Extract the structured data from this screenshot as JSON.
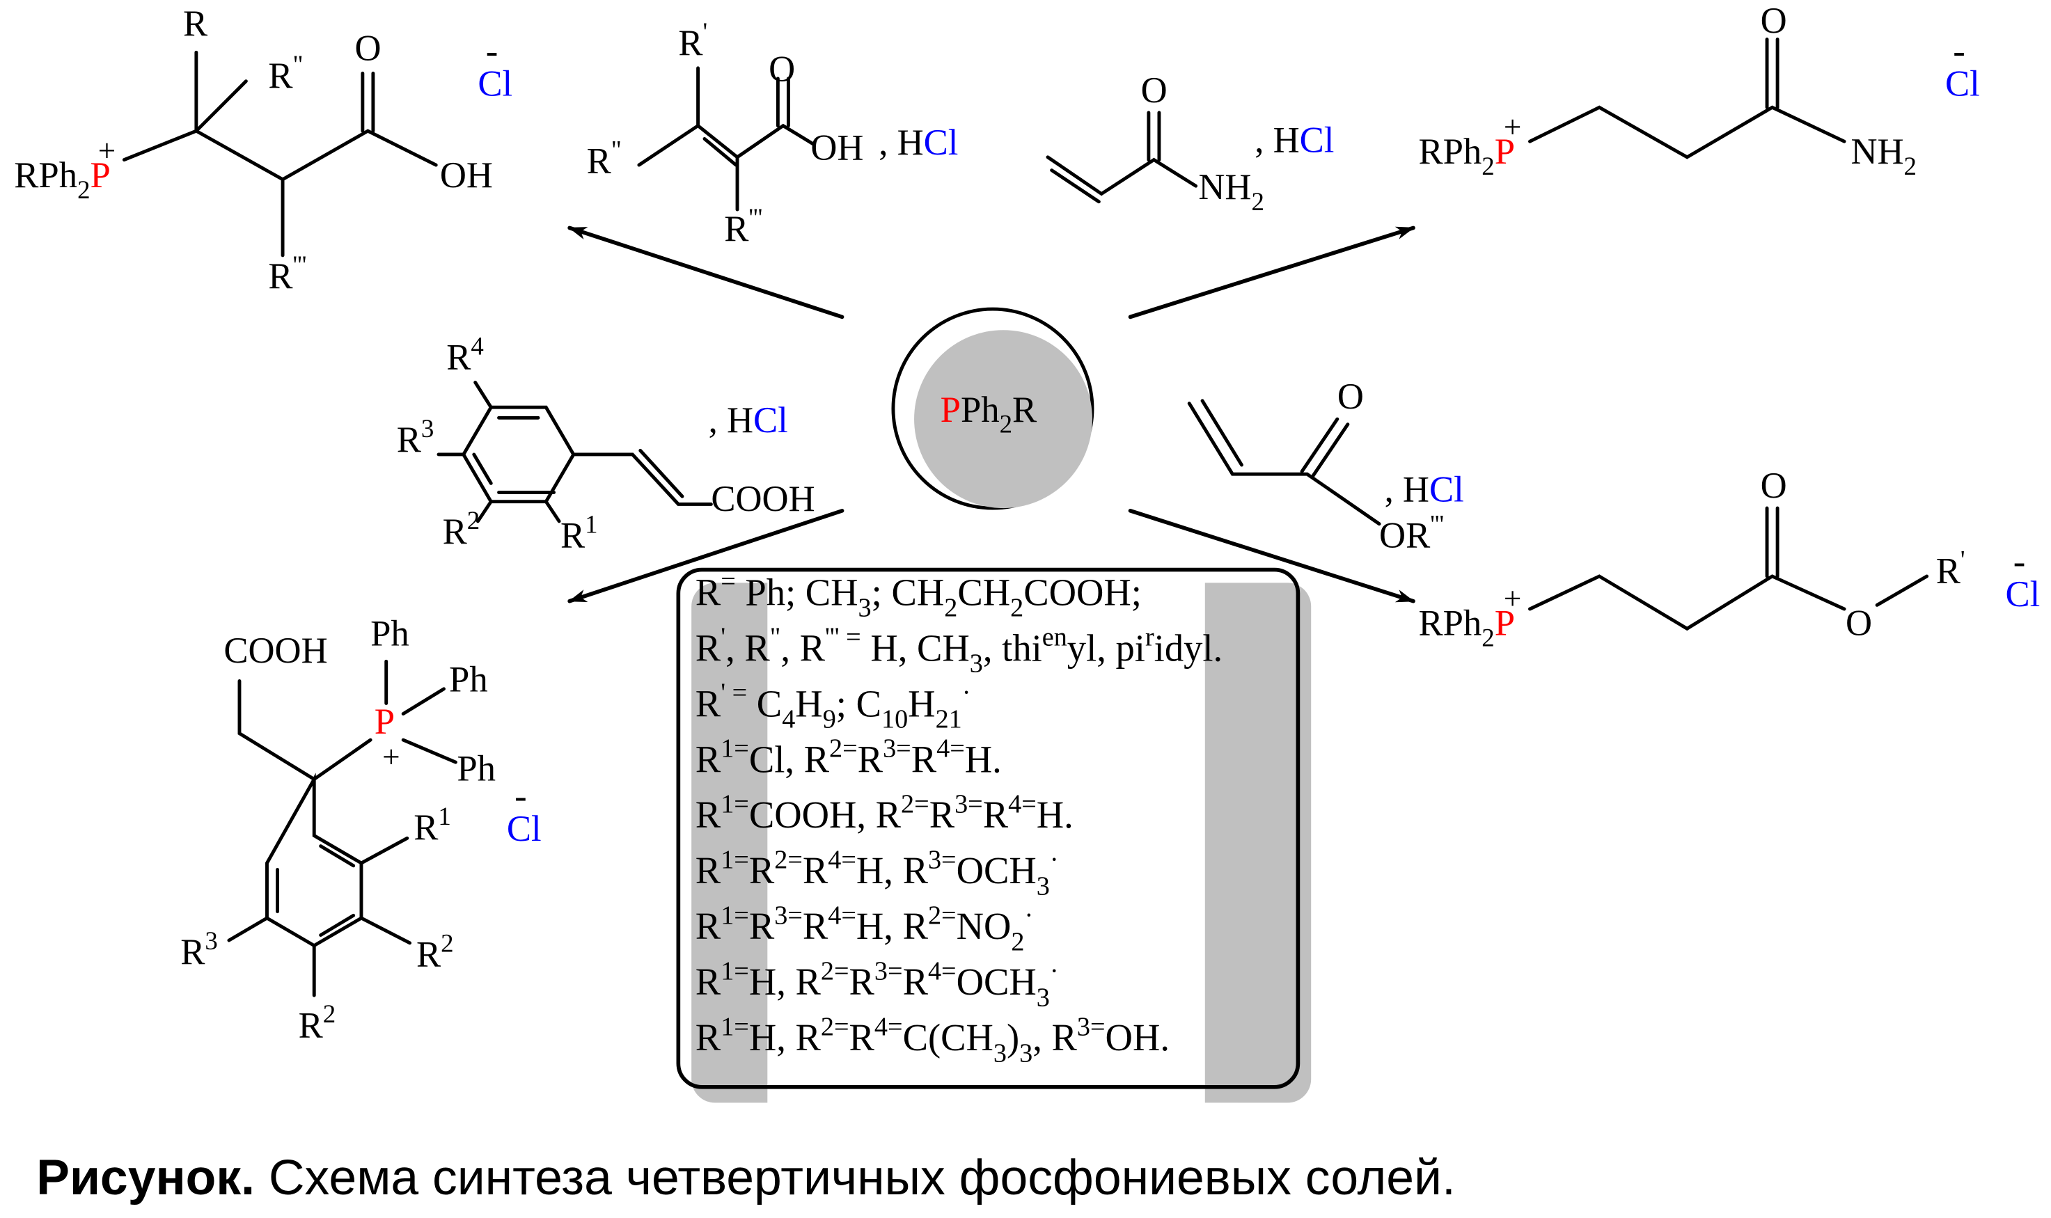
{
  "colors": {
    "phosphorus": "#ff0000",
    "chloride": "#0000ff",
    "shadow": "#c0c0c0",
    "line": "#000000"
  },
  "center": {
    "reagent": [
      [
        "P",
        "red"
      ],
      "Ph",
      [
        "2",
        "sub"
      ],
      "R"
    ]
  },
  "product_top_left": {
    "cation": [
      "RPh",
      [
        "2",
        "sub"
      ],
      [
        "P",
        "red"
      ]
    ],
    "plus": "+",
    "r": "R",
    "r2": [
      "R",
      [
        "\"",
        "sup"
      ]
    ],
    "o": "O",
    "oh": "OH",
    "r3": [
      "R",
      [
        "'''",
        "sup"
      ]
    ],
    "anion": [
      [
        "Cl",
        "blue"
      ]
    ],
    "minus": "-"
  },
  "reagent_acid": {
    "r1": [
      "R",
      [
        "'",
        "sup"
      ]
    ],
    "r2": [
      "R",
      [
        "\"",
        "sup"
      ]
    ],
    "r3": [
      "R",
      [
        "'''",
        "sup"
      ]
    ],
    "o": "O",
    "oh": "OH",
    "hcl": [
      ", H",
      [
        "Cl",
        "blue"
      ]
    ]
  },
  "reagent_acrylamide": {
    "o": "O",
    "nh2": [
      "NH",
      [
        "2",
        "sub"
      ]
    ],
    "hcl": [
      ", H",
      [
        "Cl",
        "blue"
      ]
    ]
  },
  "product_top_right": {
    "cation": [
      "RPh",
      [
        "2",
        "sub"
      ],
      [
        "P",
        "red"
      ]
    ],
    "plus": "+",
    "o": "O",
    "nh2": [
      "NH",
      [
        "2",
        "sub"
      ]
    ],
    "anion": [
      [
        "Cl",
        "blue"
      ]
    ],
    "minus": "-"
  },
  "reagent_cinnamic": {
    "r4": [
      "R",
      [
        "4",
        "sup"
      ]
    ],
    "r3": [
      "R",
      [
        "3",
        "sup"
      ]
    ],
    "r2": [
      "R",
      [
        "2",
        "sup"
      ]
    ],
    "r1": [
      "R",
      [
        "1",
        "sup"
      ]
    ],
    "cooh": "COOH",
    "hcl": [
      ", H",
      [
        "Cl",
        "blue"
      ]
    ]
  },
  "reagent_acrylate": {
    "o": "O",
    "or": [
      "OR",
      [
        "'''",
        "sup"
      ]
    ],
    "hcl": [
      ", H",
      [
        "Cl",
        "blue"
      ]
    ]
  },
  "product_bottom_right": {
    "cation": [
      "RPh",
      [
        "2",
        "sub"
      ],
      [
        "P",
        "red"
      ]
    ],
    "plus": "+",
    "o_carbonyl": "O",
    "o_ester": "O",
    "r1": [
      "R",
      [
        "'",
        "sup"
      ]
    ],
    "anion": [
      [
        "Cl",
        "blue"
      ]
    ],
    "minus": "-"
  },
  "product_bottom_left": {
    "cooh": "COOH",
    "p": [
      [
        "P",
        "red"
      ]
    ],
    "plus": "+",
    "ph_top": "Ph",
    "ph_mid": "Ph",
    "ph_bot": "Ph",
    "r1": [
      "R",
      [
        "1",
        "sup"
      ]
    ],
    "r2": [
      "R",
      [
        "2",
        "sup"
      ]
    ],
    "r2_bottom": [
      "R",
      [
        "2",
        "sup"
      ]
    ],
    "r3": [
      "R",
      [
        "3",
        "sup"
      ]
    ],
    "anion": [
      [
        "Cl",
        "blue"
      ]
    ],
    "minus": "-"
  },
  "substituents": [
    [
      "R",
      [
        "=",
        "sup"
      ],
      " Ph; CH",
      [
        "3",
        "sub"
      ],
      "; CH",
      [
        "2",
        "sub"
      ],
      "CH",
      [
        "2",
        "sub"
      ],
      "COOH;"
    ],
    [
      "R",
      [
        "'",
        "sup"
      ],
      ", R",
      [
        "\"",
        "sup"
      ],
      ", R",
      [
        "''' =",
        "sup"
      ],
      " H, CH",
      [
        "3",
        "sub"
      ],
      ", thi",
      [
        "en",
        "sup"
      ],
      "yl, pi",
      [
        "r",
        "sup"
      ],
      "idyl."
    ],
    [
      "R",
      [
        "' =",
        "sup"
      ],
      " C",
      [
        "4",
        "sub"
      ],
      "H",
      [
        "9",
        "sub"
      ],
      "; C",
      [
        "10",
        "sub"
      ],
      "H",
      [
        "21",
        "sub"
      ],
      [
        "·",
        "sup"
      ]
    ],
    [
      "R",
      [
        "1=",
        "sup"
      ],
      "Cl, R",
      [
        "2=",
        "sup"
      ],
      "R",
      [
        "3=",
        "sup"
      ],
      "R",
      [
        "4=",
        "sup"
      ],
      "H."
    ],
    [
      "R",
      [
        "1=",
        "sup"
      ],
      "COOH, R",
      [
        "2=",
        "sup"
      ],
      "R",
      [
        "3=",
        "sup"
      ],
      "R",
      [
        "4=",
        "sup"
      ],
      "H."
    ],
    [
      "R",
      [
        "1=",
        "sup"
      ],
      "R",
      [
        "2=",
        "sup"
      ],
      "R",
      [
        "4=",
        "sup"
      ],
      "H, R",
      [
        "3=",
        "sup"
      ],
      "OCH",
      [
        "3",
        "sub"
      ],
      [
        "·",
        "sup"
      ]
    ],
    [
      "R",
      [
        "1=",
        "sup"
      ],
      "R",
      [
        "3=",
        "sup"
      ],
      "R",
      [
        "4=",
        "sup"
      ],
      "H, R",
      [
        "2=",
        "sup"
      ],
      "NO",
      [
        "2",
        "sub"
      ],
      [
        "·",
        "sup"
      ]
    ],
    [
      "R",
      [
        "1=",
        "sup"
      ],
      "H, R",
      [
        "2=",
        "sup"
      ],
      "R",
      [
        "3=",
        "sup"
      ],
      "R",
      [
        "4=",
        "sup"
      ],
      "OCH",
      [
        "3",
        "sub"
      ],
      [
        "·",
        "sup"
      ]
    ],
    [
      "R",
      [
        "1=",
        "sup"
      ],
      "H, R",
      [
        "2=",
        "sup"
      ],
      "R",
      [
        "4=",
        "sup"
      ],
      "C(CH",
      [
        "3",
        "sub"
      ],
      ")",
      [
        "3",
        "sub"
      ],
      ", R",
      [
        "3=",
        "sup"
      ],
      "OH."
    ]
  ],
  "caption": {
    "label": "Рисунок.",
    "text": " Схема синтеза четвертичных фосфониевых солей."
  }
}
